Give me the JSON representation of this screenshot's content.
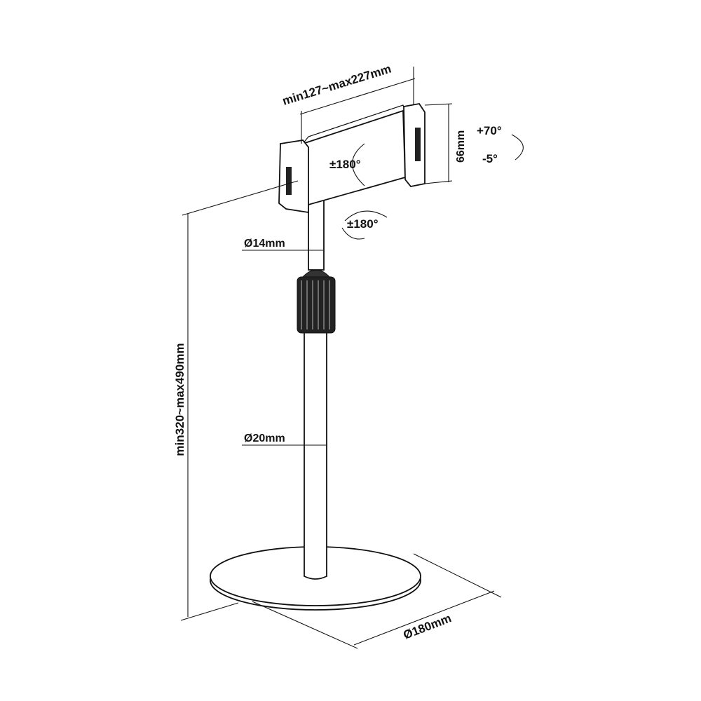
{
  "title": "Tablet floor stand dimension drawing",
  "dimensions": {
    "clamp_width": "min127~max227mm",
    "clamp_height": "66mm",
    "tilt_up": "+70°",
    "tilt_down": "-5°",
    "rotation_plate": "±180°",
    "rotation_swivel": "±180°",
    "upper_pole_diameter": "Ø14mm",
    "lower_pole_diameter": "Ø20mm",
    "height_range": "min320~max490mm",
    "base_diameter": "Ø180mm"
  },
  "colors": {
    "line": "#111111",
    "background": "#ffffff"
  }
}
